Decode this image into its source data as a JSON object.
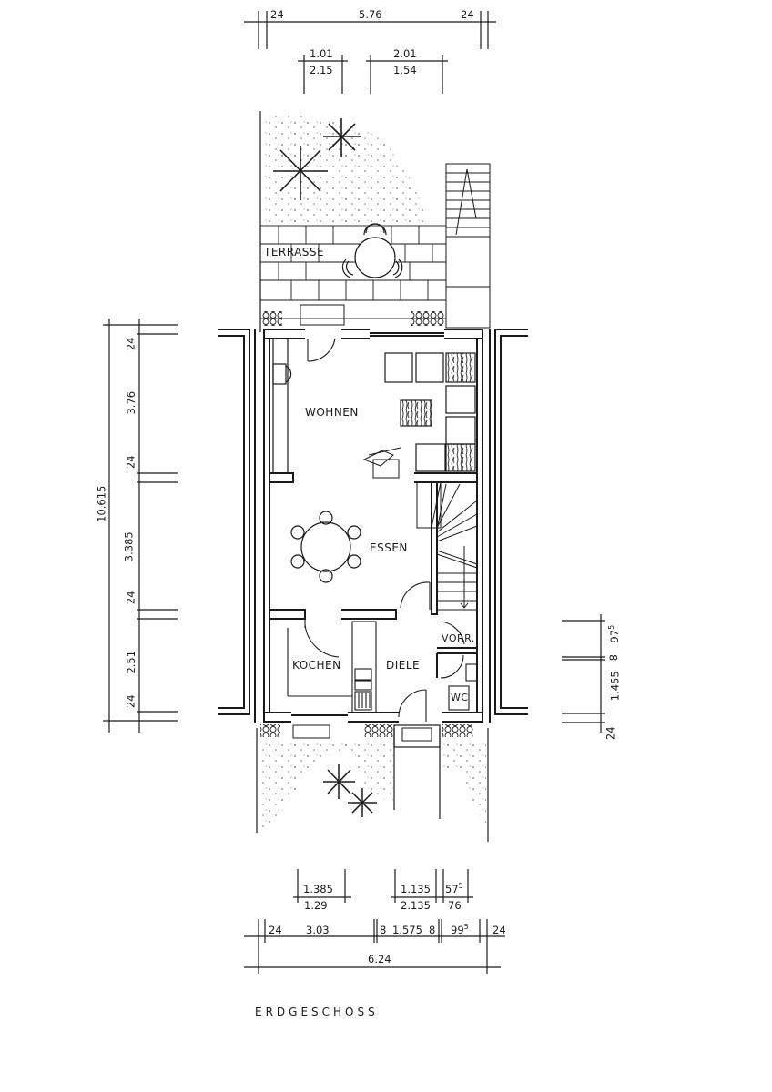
{
  "title": "ERDGESCHOSS",
  "rooms": {
    "terrasse": "TERRASSE",
    "wohnen": "WOHNEN",
    "essen": "ESSEN",
    "kochen": "KOCHEN",
    "diele": "DIELE",
    "vorr": "VORR.",
    "wc": "WC"
  },
  "dimensions": {
    "top": {
      "overall": "5.76",
      "left_wall": "24",
      "right_wall": "24",
      "window1_width": "1.01",
      "window1_height": "2.15",
      "window2_width": "2.01",
      "window2_height": "1.54"
    },
    "left": {
      "overall": "10.615",
      "segments": [
        "24",
        "3.76",
        "24",
        "3.385",
        "24",
        "2.51",
        "24"
      ]
    },
    "right": {
      "segments": [
        "24",
        "1.455",
        "8",
        "97",
        "5"
      ]
    },
    "bottom": {
      "window1_width": "1.385",
      "window1_height": "1.29",
      "window2_width": "1.135",
      "window2_height": "2.135",
      "window3_width": "57",
      "window3_width_sup": "5",
      "window3_height": "76",
      "chain": [
        "24",
        "3.03",
        "8",
        "1.575",
        "8",
        "99",
        "24"
      ],
      "chain_sup": "5",
      "overall": "6.24"
    }
  },
  "colors": {
    "ink": "#1a1a1a",
    "paper": "#ffffff"
  }
}
